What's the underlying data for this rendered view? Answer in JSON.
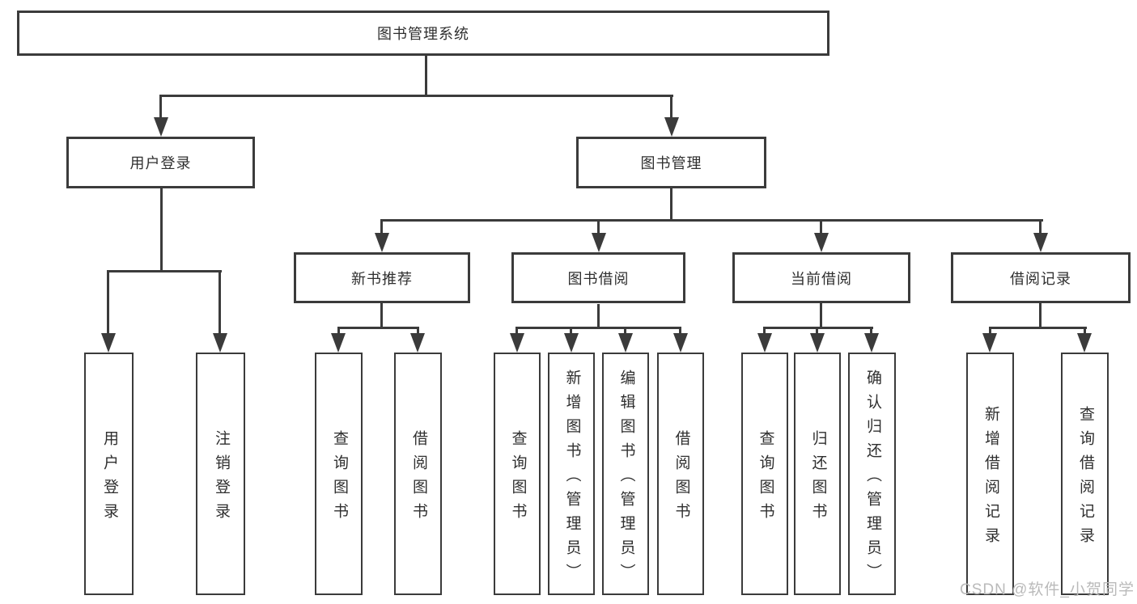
{
  "diagram": {
    "root": {
      "label": "图书管理系统"
    },
    "user_login": {
      "label": "用户登录",
      "children": {
        "login": {
          "label": "用户登录"
        },
        "logout": {
          "label": "注销登录"
        }
      }
    },
    "book_mgmt": {
      "label": "图书管理",
      "children": {
        "new_book_rec": {
          "label": "新书推荐",
          "children": {
            "query_books": {
              "label": "查询图书"
            },
            "borrow_books": {
              "label": "借阅图书"
            }
          }
        },
        "book_borrow": {
          "label": "图书借阅",
          "children": {
            "query_books": {
              "label": "查询图书"
            },
            "add_books": {
              "label": "新增图书（管理员）"
            },
            "edit_books": {
              "label": "编辑图书（管理员）"
            },
            "borrow_books": {
              "label": "借阅图书"
            }
          }
        },
        "current_borrow": {
          "label": "当前借阅",
          "children": {
            "query_books": {
              "label": "查询图书"
            },
            "return_books": {
              "label": "归还图书"
            },
            "confirm_return": {
              "label": "确认归还（管理员）"
            }
          }
        },
        "borrow_records": {
          "label": "借阅记录",
          "children": {
            "add_record": {
              "label": "新增借阅记录"
            },
            "query_record": {
              "label": "查询借阅记录"
            }
          }
        }
      }
    }
  },
  "watermark": {
    "text": "CSDN @软件_小贺同学"
  },
  "colors": {
    "line": "#3b3b3b",
    "text": "#2f2f2f",
    "background": "#ffffff",
    "watermark": "#bababa"
  }
}
